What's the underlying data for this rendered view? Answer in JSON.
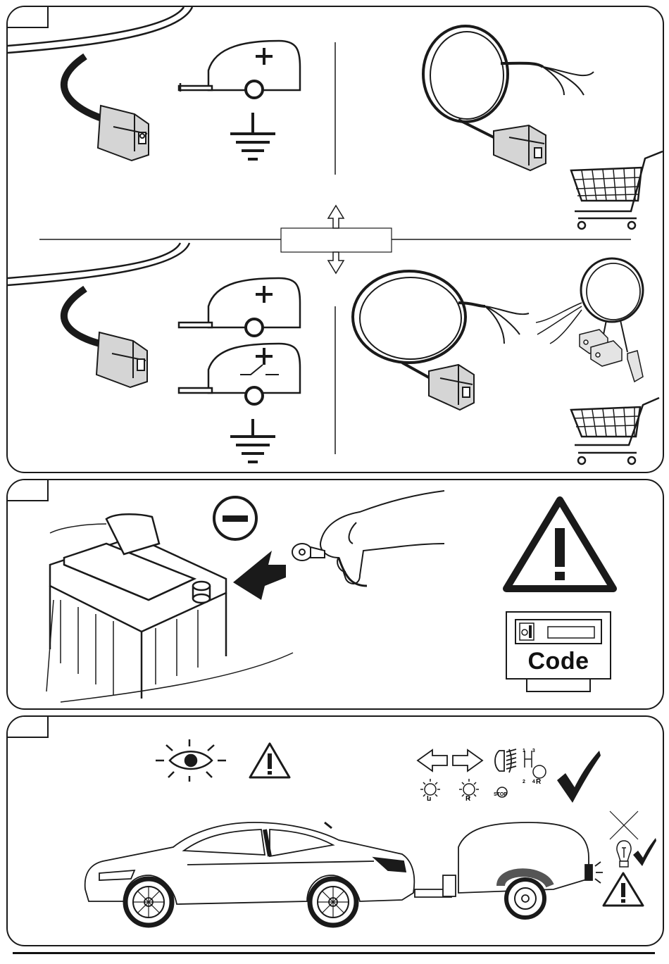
{
  "panels": [
    {
      "label": ""
    },
    {
      "label": ""
    },
    {
      "label": ""
    }
  ],
  "code_label": "Code",
  "switch_indicators": {
    "left": "L",
    "right": "R",
    "stop": "STOP",
    "reverse": "R",
    "gear_top": "1 3",
    "gear_bottom": "2 4"
  },
  "colors": {
    "stroke": "#1a1a1a",
    "fill": "#ffffff",
    "grey": "#cfcfcf"
  }
}
